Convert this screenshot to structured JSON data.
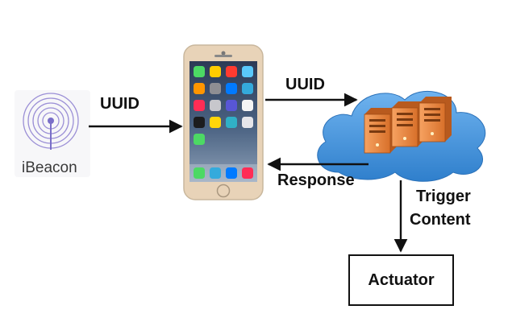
{
  "beacon": {
    "label": "iBeacon"
  },
  "edges": {
    "beacon_to_phone": "UUID",
    "phone_to_cloud": "UUID",
    "cloud_to_phone": "Response",
    "cloud_to_actuator_line1": "Trigger",
    "cloud_to_actuator_line2": "Content"
  },
  "actuator": {
    "label": "Actuator"
  },
  "colors": {
    "beacon_rings": "#9b8fd6",
    "cloud": "#3f8fd6",
    "server": "#f08a3c",
    "phone_gold": "#e8d3b8",
    "arrow": "#111111"
  }
}
